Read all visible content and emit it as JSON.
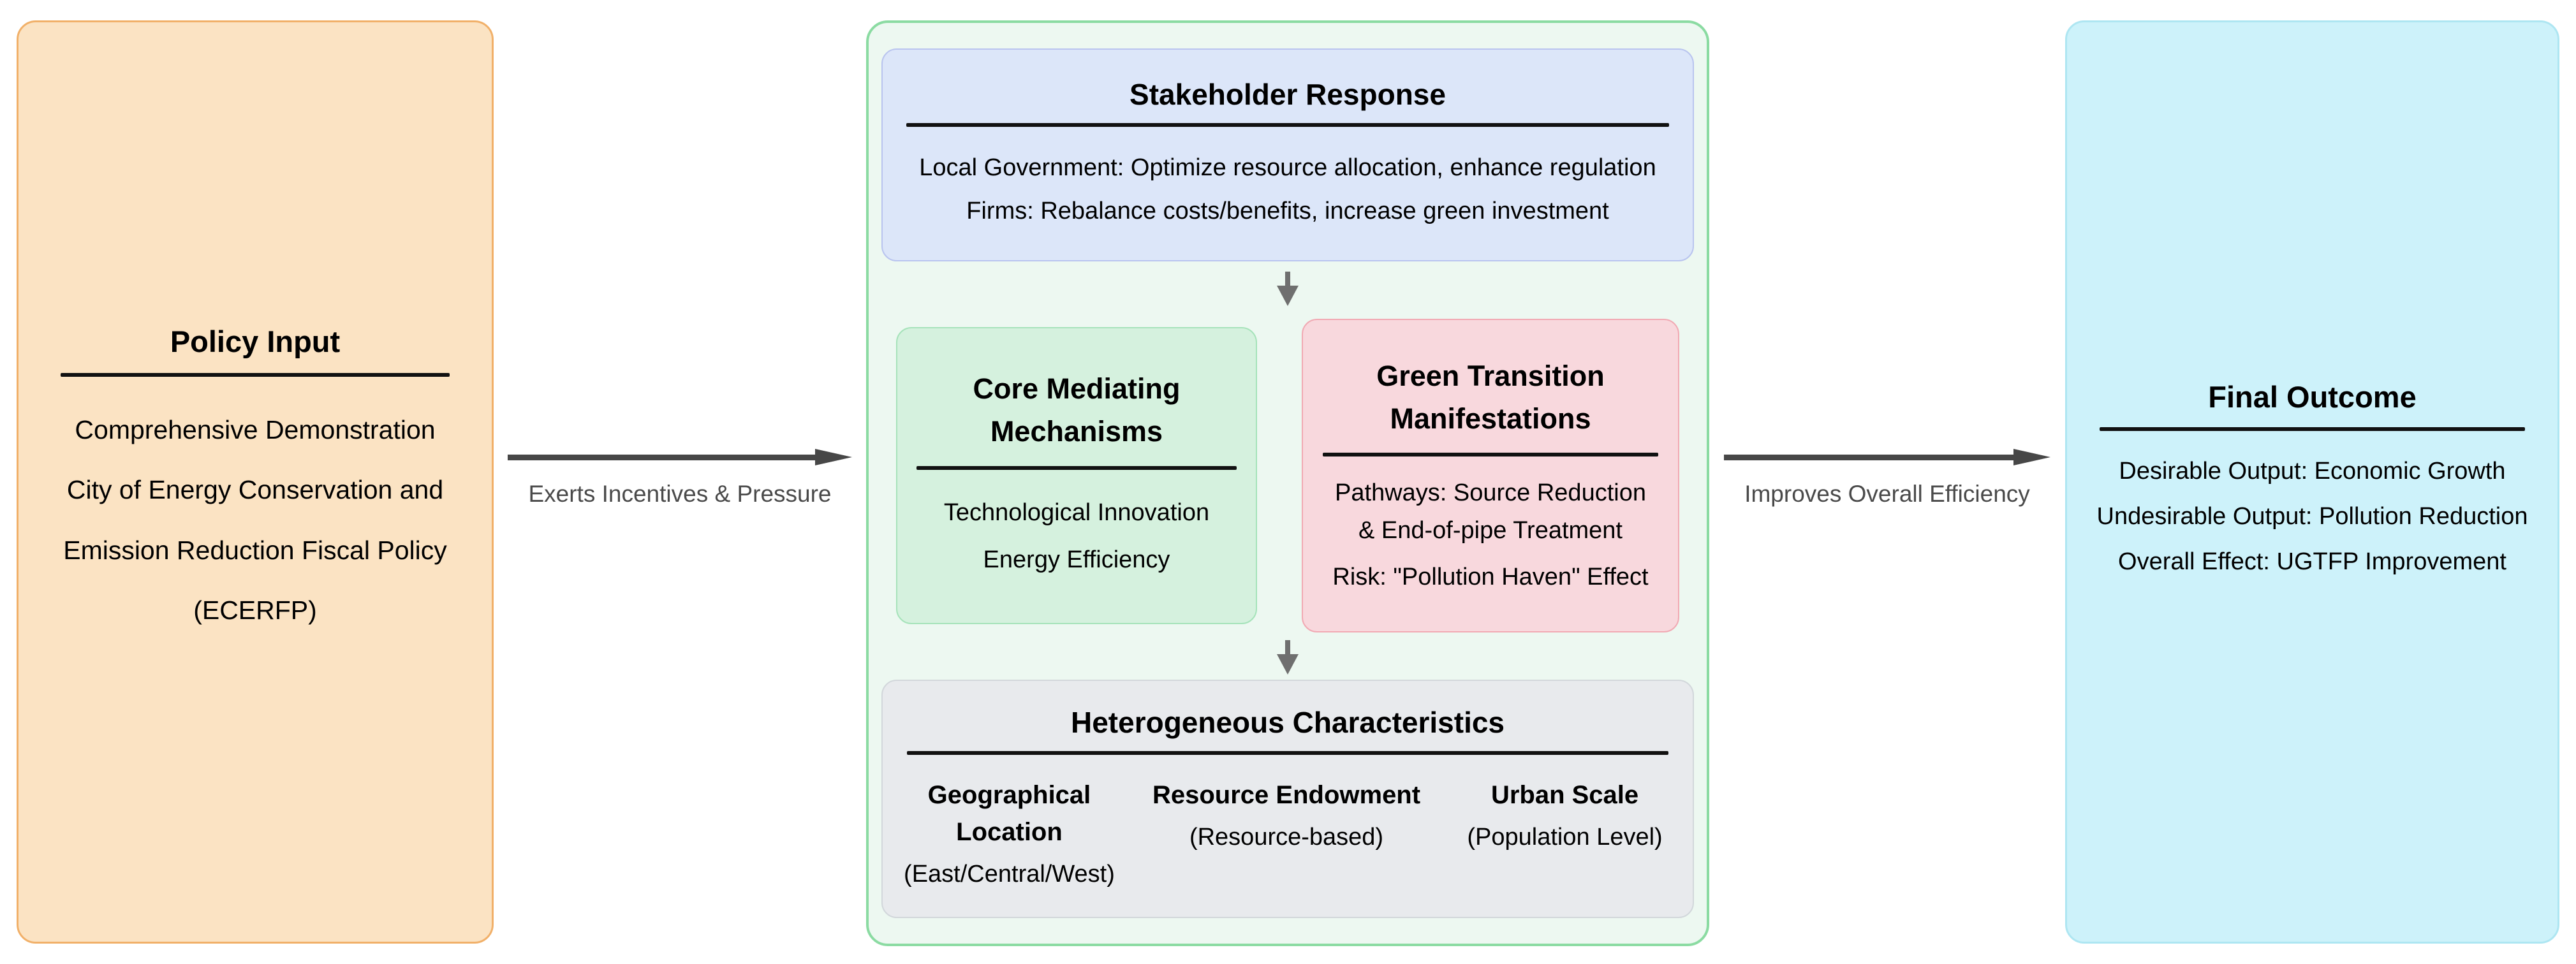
{
  "policy_input": {
    "title": "Policy Input",
    "lines": [
      "Comprehensive Demonstration",
      "City of Energy Conservation and",
      "Emission Reduction Fiscal Policy",
      "(ECERFP)"
    ]
  },
  "arrows": {
    "left": {
      "label": "Exerts Incentives & Pressure"
    },
    "right": {
      "label": "Improves Overall Efficiency"
    }
  },
  "stakeholder_response": {
    "title": "Stakeholder Response",
    "lines": [
      "Local Government: Optimize resource allocation, enhance regulation",
      "Firms: Rebalance costs/benefits, increase green investment"
    ]
  },
  "core_mediating_mechanisms": {
    "title": "Core Mediating Mechanisms",
    "lines": [
      "Technological Innovation",
      "Energy Efficiency"
    ]
  },
  "green_transition_manifestations": {
    "title": "Green Transition Manifestations",
    "lines": [
      "Pathways: Source Reduction",
      "& End-of-pipe Treatment",
      "Risk: \"Pollution Haven\" Effect"
    ]
  },
  "heterogeneous_characteristics": {
    "title": "Heterogeneous Characteristics",
    "columns": [
      {
        "head": "Geographical Location",
        "sub": "(East/Central/West)"
      },
      {
        "head": "Resource Endowment",
        "sub": "(Resource-based)"
      },
      {
        "head": "Urban Scale",
        "sub": "(Population Level)"
      }
    ]
  },
  "final_outcome": {
    "title": "Final Outcome",
    "lines": [
      "Desirable Output: Economic Growth",
      "Undesirable Output: Pollution Reduction",
      "Overall Effect: UGTFP Improvement"
    ]
  },
  "colors": {
    "policy_fill": "#fbe3c3",
    "policy_border": "#f1b069",
    "container_fill": "#edf8f1",
    "container_border": "#8bdba2",
    "stakeholder_fill": "#dce6f9",
    "stakeholder_border": "#b9c4ef",
    "core_fill": "#d5f1de",
    "core_border": "#a6e3ba",
    "transition_fill": "#f8d8dd",
    "transition_border": "#f1a9b3",
    "hetero_fill": "#e8eaed",
    "hetero_border": "#d2d7db",
    "outcome_fill": "#cdf2fa",
    "outcome_border": "#aee6f2",
    "arrow": "#474747",
    "down_arrow": "#6f6f6f",
    "arrow_label": "#4a4a4a"
  }
}
